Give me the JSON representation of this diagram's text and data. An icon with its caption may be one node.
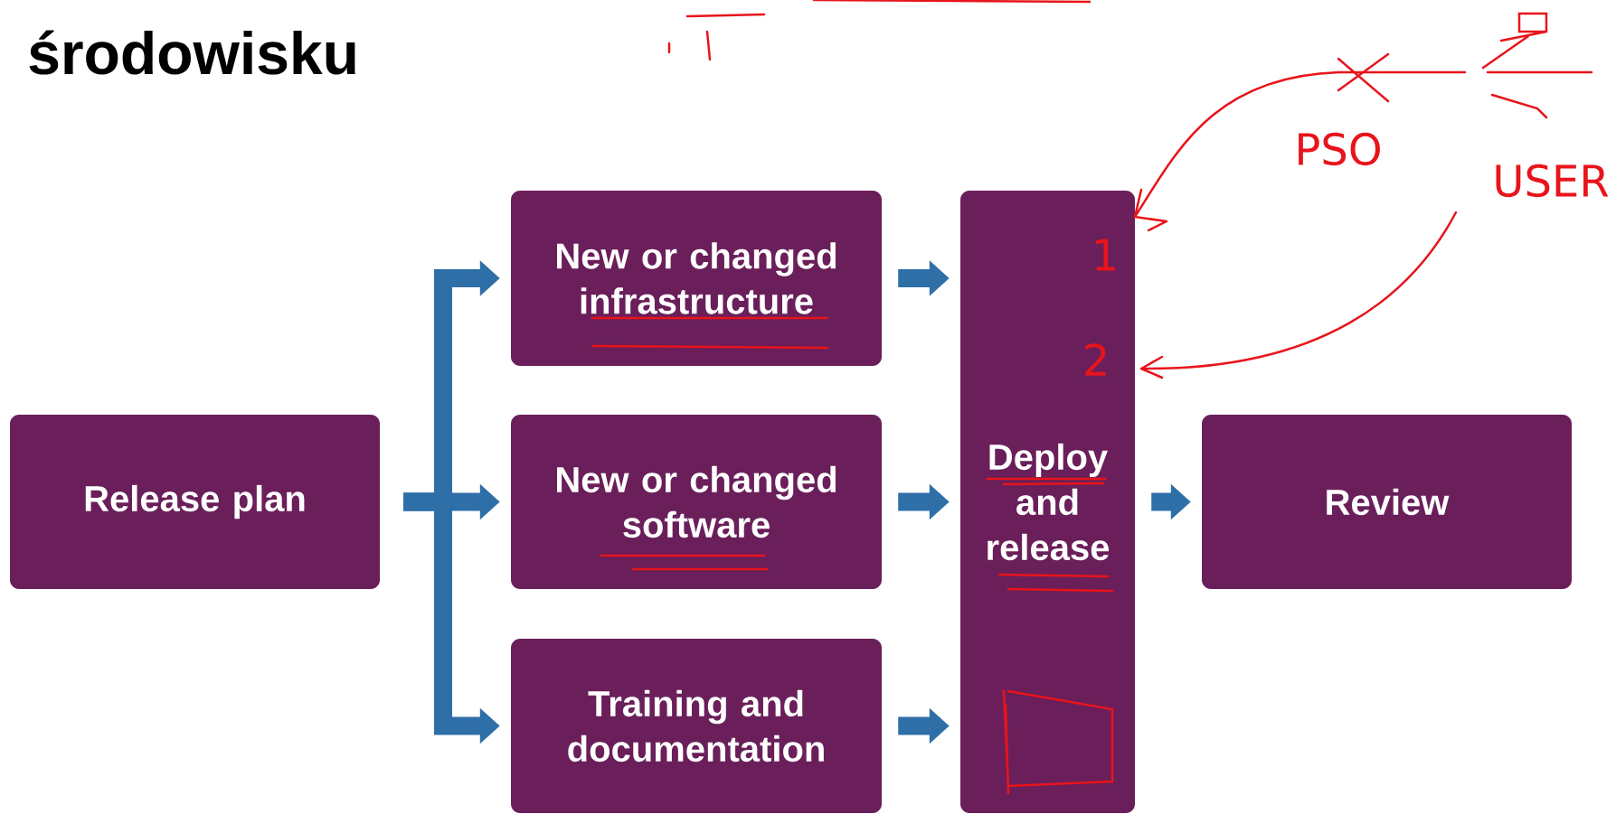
{
  "diagram": {
    "title": "środowisku",
    "nodes": [
      {
        "text": [
          "Release plan"
        ]
      },
      {
        "text": [
          "New or changed infrastructure"
        ]
      },
      {
        "text": [
          "New or changed software"
        ]
      },
      {
        "text": [
          "Training and documentation"
        ]
      },
      {
        "text": [
          "Deploy and release"
        ]
      },
      {
        "text": [
          "Review"
        ]
      }
    ],
    "edges": [
      {
        "from": 0,
        "to": 1,
        "arrow": "to"
      },
      {
        "from": 0,
        "to": 2,
        "arrow": "to"
      },
      {
        "from": 0,
        "to": 3,
        "arrow": "to"
      },
      {
        "from": 1,
        "to": 4,
        "arrow": "to"
      },
      {
        "from": 2,
        "to": 4,
        "arrow": "to"
      },
      {
        "from": 3,
        "to": 4,
        "arrow": "to"
      },
      {
        "from": 4,
        "to": 5,
        "arrow": "to"
      }
    ],
    "labels": [
      "PSO",
      "USER",
      "1",
      "2"
    ]
  }
}
